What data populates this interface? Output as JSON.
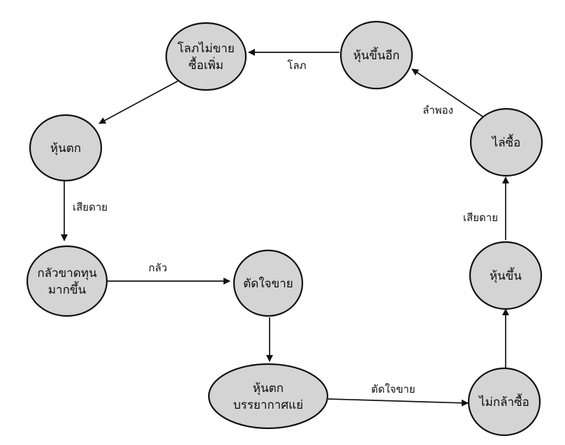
{
  "diagram": {
    "colors": {
      "node_fill": "#d4d4d4",
      "node_stroke": "#111111",
      "edge": "#111111",
      "text": "#0b0b0b"
    },
    "nodes": [
      {
        "id": "greed-no-sell-buy-more",
        "lines": [
          "โลภไม่ขาย",
          "ซื้อเพิ่ม"
        ]
      },
      {
        "id": "stock-up-more",
        "lines": [
          "หุ้นขึ้นอีก"
        ]
      },
      {
        "id": "stock-down",
        "lines": [
          "หุ้นตก"
        ]
      },
      {
        "id": "chase-buy",
        "lines": [
          "ไล่ซื้อ"
        ]
      },
      {
        "id": "fear-loss-more",
        "lines": [
          "กลัวขาดทุน",
          "มากขึ้น"
        ]
      },
      {
        "id": "decide-sell",
        "lines": [
          "ตัดใจขาย"
        ]
      },
      {
        "id": "stock-up",
        "lines": [
          "หุ้นขึ้น"
        ]
      },
      {
        "id": "stock-down-bad-mood",
        "lines": [
          "หุ้นตก",
          "บรรยากาศแย่"
        ]
      },
      {
        "id": "afraid-buy",
        "lines": [
          "ไม่กล้าซื้อ"
        ]
      }
    ],
    "edges": [
      {
        "id": "stock-up-more-to-greed",
        "from": "stock-up-more",
        "to": "greed-no-sell-buy-more",
        "label": "โลภ"
      },
      {
        "id": "greed-to-stock-down",
        "from": "greed-no-sell-buy-more",
        "to": "stock-down",
        "label": ""
      },
      {
        "id": "stock-down-to-fear",
        "from": "stock-down",
        "to": "fear-loss-more",
        "label": "เสียดาย"
      },
      {
        "id": "fear-to-decide-sell",
        "from": "fear-loss-more",
        "to": "decide-sell",
        "label": "กลัว"
      },
      {
        "id": "decide-sell-to-bad-mood",
        "from": "decide-sell",
        "to": "stock-down-bad-mood",
        "label": ""
      },
      {
        "id": "bad-mood-to-afraid-buy",
        "from": "stock-down-bad-mood",
        "to": "afraid-buy",
        "label": "ตัดใจขาย"
      },
      {
        "id": "afraid-buy-to-stock-up",
        "from": "afraid-buy",
        "to": "stock-up",
        "label": ""
      },
      {
        "id": "stock-up-to-chase-buy",
        "from": "stock-up",
        "to": "chase-buy",
        "label": "เสียดาย"
      },
      {
        "id": "chase-buy-to-stock-up-more",
        "from": "chase-buy",
        "to": "stock-up-more",
        "label": "ลำพอง"
      }
    ]
  }
}
